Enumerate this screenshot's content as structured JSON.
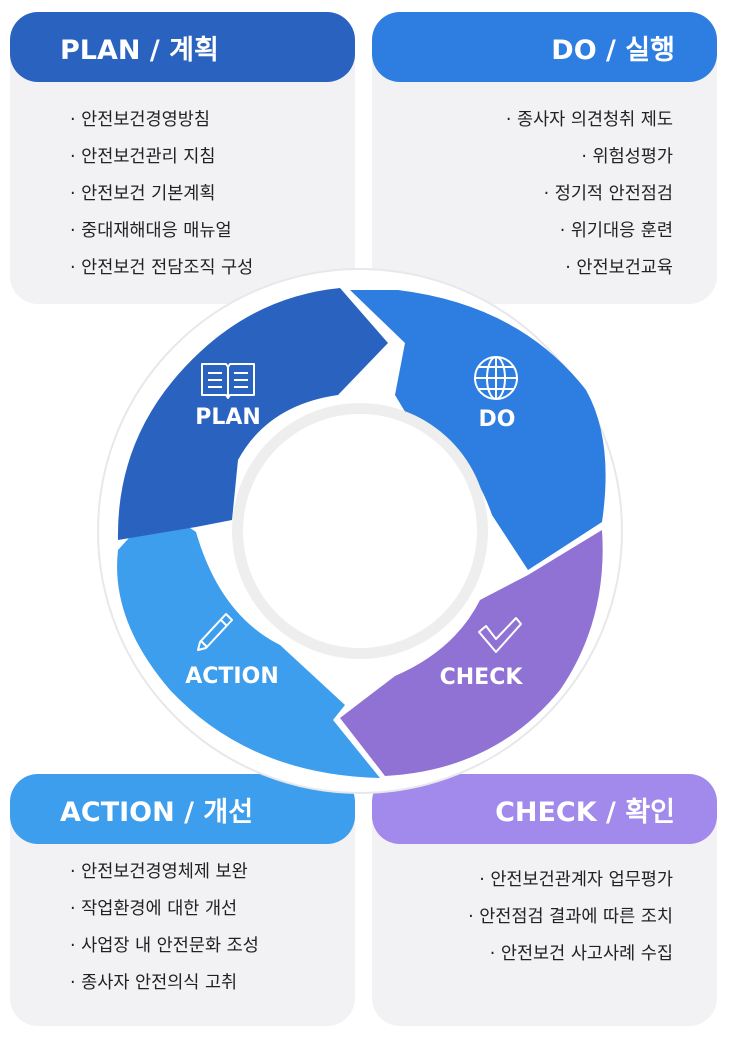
{
  "colors": {
    "plan": "#2a63bf",
    "do": "#2e7de0",
    "check": "#8f72d3",
    "action": "#3e9eee",
    "check_header": "#a289ec",
    "card_bg": "#f2f2f4"
  },
  "icons": {
    "plan": "book-icon",
    "do": "globe-icon",
    "check": "checkmark-icon",
    "action": "pencil-icon"
  },
  "cards": {
    "plan": {
      "title": "PLAN / 계획",
      "items": [
        "· 안전보건경영방침",
        "· 안전보건관리 지침",
        "· 안전보건 기본계획",
        "· 중대재해대응 매뉴얼",
        "· 안전보건 전담조직 구성"
      ]
    },
    "do": {
      "title": "DO / 실행",
      "items": [
        "· 종사자 의견청취 제도",
        "· 위험성평가",
        "· 정기적 안전점검",
        "· 위기대응 훈련",
        "· 안전보건교육"
      ]
    },
    "action": {
      "title": "ACTION / 개선",
      "items": [
        "· 안전보건경영체제 보완",
        "· 작업환경에 대한 개선",
        "· 사업장 내 안전문화 조성",
        "· 종사자 안전의식 고취"
      ]
    },
    "check": {
      "title": "CHECK / 확인",
      "items": [
        "· 안전보건관계자 업무평가",
        "· 안전점검 결과에 따른 조치",
        "· 안전보건 사고사례 수집"
      ]
    }
  },
  "cycle": {
    "plan": "PLAN",
    "do": "DO",
    "check": "CHECK",
    "action": "ACTION"
  }
}
